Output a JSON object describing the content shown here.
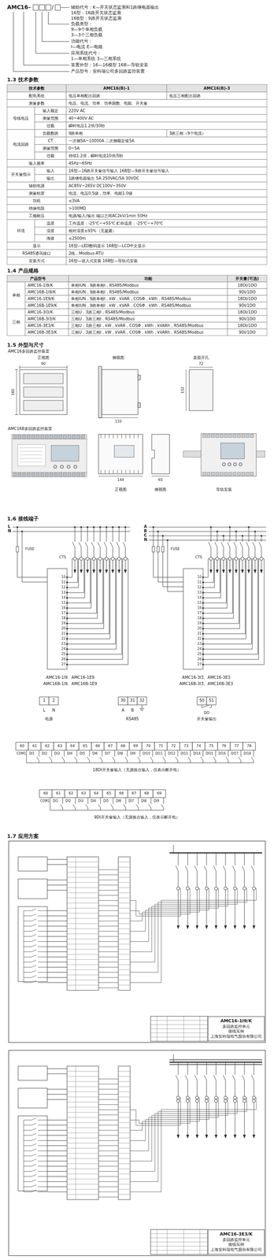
{
  "diagram": {
    "nodes": [
      {
        "text": [
          "AMC16-1I9/K",
          "多回路监控单元",
          "接线实例",
          "上海安科瑞电气股份有限公司"
        ]
      },
      {
        "text": [
          "AMC16-3E3/K",
          "多回路监控单元",
          "接线实例",
          "上海安科瑞电气股份有限公司"
        ]
      }
    ],
    "labels": [
      "AMC",
      "16",
      "-",
      "/",
      "辅助代号：K—开关状态监测和1路继电器输出",
      "16型：16路开关状态监测",
      "16B型：9路开关状态监测",
      "负载类型：",
      "9—9个单相负载",
      "3—3个三相负载",
      "功能代号：",
      "I—电流 E—电能",
      "应用系统代号：",
      "1—单相系统 3—三相系统",
      "装置外型：16—16模型 16B—导轨安装",
      "产品型号：安科瑞公司多回路监控装置",
      "1.3 技术参数",
      "技术参数",
      "AMC16(B)-1",
      "AMC16(B)-3",
      "配电系统",
      "低压单相配出回路",
      "低压三相配出回路",
      "测量参数",
      "电压、电流、功率、功率因数、电能、开关量",
      "母线电压",
      "输入额定",
      "220V AC",
      "测量范围",
      "40~400V AC",
      "过载",
      "瞬时电压1.2倍/30秒",
      "电流回路",
      "负载数路",
      "9路单相",
      "3路三相（9个电流）",
      "CT",
      "一次侧5A~10000A 二次侧额定值5A",
      "测量范围",
      "0~5A",
      "过载",
      "持续1.2倍，瞬时电流10倍/5秒",
      "输入频率",
      "45Hz~65Hz",
      "开关量指示",
      "输入",
      "16型—16路开关量信号输入 16B型—9路开关量信号输入",
      "输出",
      "1路继电器输出 5A 250VAC/5A 30VDC",
      "辅助电源",
      "AC85V~265V DC100V~350V",
      "测量精度",
      "电流、电压0.5级，功率、电能1.0级",
      "功耗",
      "≤3VA",
      "绝缘电阻",
      ">100MΩ",
      "工频耐压",
      "电源/输入/输出 端口之间AC2kV/1min 50Hz",
      "环境",
      "温度",
      "工作温度：-25℃~+55℃ 贮存温度：-25℃~+70℃",
      "湿度",
      "相对湿度≤93%（无凝露）",
      "海拔",
      "≤2500m",
      "显示",
      "16型—LED数码显示 16B型—LCD中文显示",
      "RS485通讯接口",
      "2线，Modbus-RTU",
      "安装方式",
      "16型—嵌入式安装 16B型—导轨式安装",
      "1.4 产品规格",
      "产品型号",
      "功能",
      "开关量(可选)",
      "单相",
      "AMC16-1I9/K",
      "单相IUN，9路单相I，RS485/Modbus",
      "18DI/1DO",
      "AMC16B-1I9/K",
      "单相IUN，9路单相I，RS485/Modbus",
      "9DI/1DO",
      "AMC16-1E9/K",
      "单相IUN，9路单相I，kW，kVAR，COSΦ，kWh，RS485/Modbus",
      "18DI/1DO",
      "AMC16B-1E9/K",
      "单相IUN，9路单相I，kW，kVAR，COSΦ，kWh，RS485/Modbus",
      "9DI/1DO",
      "三相",
      "AMC16-3I3/K",
      "三相U，3路三相I，RS485/Modbus",
      "18DI/1DO",
      "AMC16B-3I3/K",
      "三相U，3路三相I，RS485/Modbus",
      "9DI/1DO",
      "AMC16-3E3/K",
      "三相U，3路三相I，kW，kVAR，COSΦ，kWh，kVARh，RS485/Modbus",
      "18DI/1DO",
      "AMC16B-3E3/K",
      "三相U，3路三相I，kW，kVAR，COSΦ，kWh，kVARh，RS485/Modbus",
      "9DI/1DO",
      "1.5 外型与尺寸",
      "AMC16多回路监控装置",
      "正视图",
      "侧视图",
      "盘面开孔",
      "90",
      "160",
      "133",
      "72",
      "152",
      "AMC16B多回路监控装置",
      "144",
      "65",
      "正视图",
      "侧视图",
      "导轨安装",
      "1.6 接线端子",
      "L",
      "N",
      "FUSE",
      "CTS",
      "10",
      "11",
      "12",
      "13",
      "14",
      "15",
      "16",
      "17",
      "18",
      "19",
      "20",
      "21",
      "22",
      "23",
      "24",
      "25",
      "26",
      "27",
      "A",
      "B",
      "C",
      "N",
      "FUSE",
      "CTS",
      "10",
      "11",
      "12",
      "13",
      "14",
      "15",
      "16",
      "17",
      "18",
      "19",
      "20",
      "21",
      "22",
      "23",
      "24",
      "25",
      "26",
      "27",
      "AMC16-1I9、AMC16-1E9",
      "AMC16B-1I9、AMC16B-1E9",
      "AMC16-3I3、AMC16-3E3",
      "AMC16B-3I3、AMC16B-3E3",
      "1",
      "2",
      "L",
      "N",
      "电源",
      "30",
      "31",
      "32",
      "A",
      "B",
      "RS485",
      "50",
      "51",
      "DO",
      "开关量输出",
      "60",
      "61",
      "62",
      "63",
      "64",
      "65",
      "66",
      "67",
      "68",
      "69",
      "70",
      "71",
      "72",
      "73",
      "74",
      "75",
      "76",
      "77",
      "78",
      "COM1",
      "DI1",
      "DI2",
      "DI3",
      "DI4",
      "DI5",
      "DI6",
      "DI7",
      "DI8",
      "DI9",
      "DI10",
      "DI11",
      "DI12",
      "DI13",
      "DI14",
      "DI15",
      "DI16",
      "DI17",
      "DI18",
      "18DI开关量输入（无源接点输入，仅表示断开电）",
      "60",
      "61",
      "62",
      "63",
      "64",
      "65",
      "66",
      "67",
      "68",
      "69",
      "COM1",
      "DI1",
      "DI2",
      "DI3",
      "DI4",
      "DI5",
      "DI6",
      "DI7",
      "DI8",
      "DI9",
      "9DI开关量输入（无源接点输入，仅表示断开电）",
      "1.7 应用方案"
    ]
  }
}
